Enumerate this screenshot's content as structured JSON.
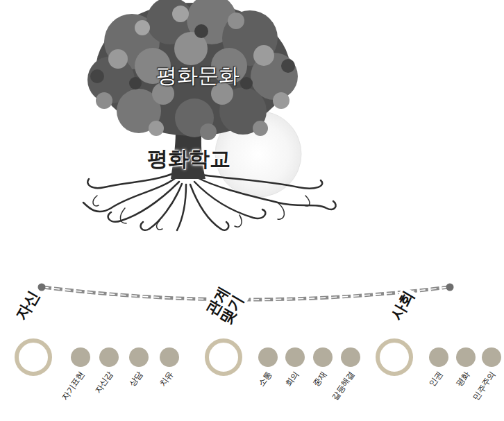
{
  "diagram": {
    "nodes": [
      {
        "text": [
          "자기표현"
        ]
      },
      {
        "text": [
          "자신감"
        ]
      },
      {
        "text": [
          "상담"
        ]
      },
      {
        "text": [
          "치유"
        ]
      },
      {
        "text": [
          "소통"
        ]
      },
      {
        "text": [
          "회의"
        ]
      },
      {
        "text": [
          "중재"
        ]
      },
      {
        "text": [
          "갈등해결"
        ]
      },
      {
        "text": [
          "인권"
        ]
      },
      {
        "text": [
          "평화"
        ]
      },
      {
        "text": [
          "민주주의"
        ]
      }
    ],
    "labels": [
      "평화문화",
      "평화학교",
      "자신",
      "관계 맺기",
      "사회"
    ]
  }
}
